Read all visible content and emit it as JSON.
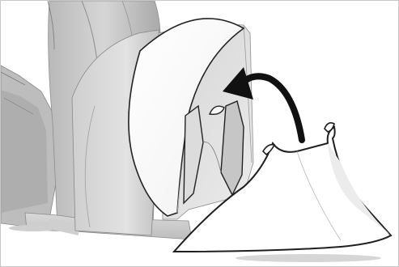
{
  "illustration": {
    "type": "assembly-instruction",
    "colors": {
      "outline": "#222222",
      "arrow": "#111111",
      "paper_white": "#ffffff",
      "shade_light": "#e6e6e6",
      "shade_mid": "#c9c9c9",
      "shade_dark": "#9a9a9a",
      "frame_border": "#c8c8c8"
    },
    "icons": {
      "arrow": "curved-arrow-left",
      "slot": "slot-hole"
    }
  }
}
